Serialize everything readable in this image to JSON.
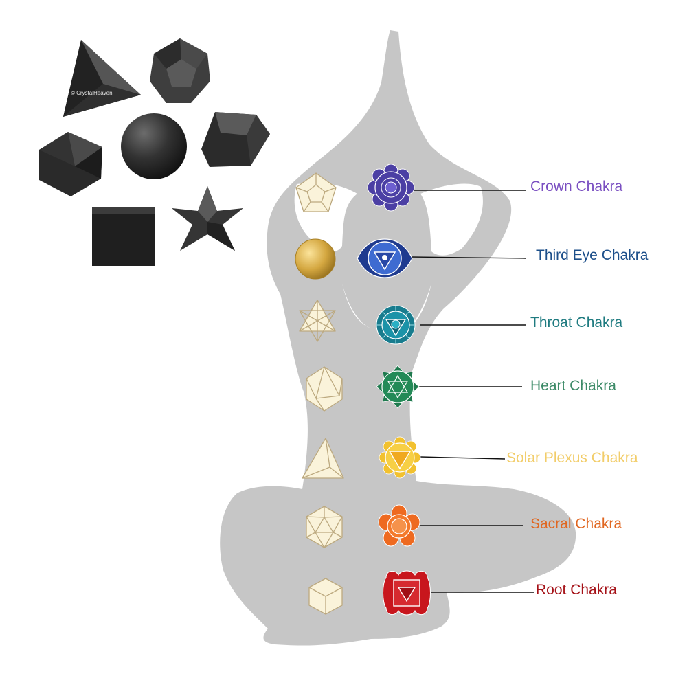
{
  "watermark": "© CrystalHeaven",
  "colors": {
    "silhouette": "#c6c6c6",
    "solid_fill": "#faf3da",
    "solid_stroke": "#bca97f",
    "stone": "#2b2b2b"
  },
  "stones": [
    {
      "icon": "tetrahedron-stone-icon"
    },
    {
      "icon": "dodecahedron-stone-icon"
    },
    {
      "icon": "octahedron-stone-icon"
    },
    {
      "icon": "sphere-stone-icon"
    },
    {
      "icon": "vogel-stone-icon"
    },
    {
      "icon": "cube-stone-icon"
    },
    {
      "icon": "merkaba-stone-icon"
    }
  ],
  "chakras": [
    {
      "name": "Crown Chakra",
      "color": "#7a4fc1",
      "symbol_color": "#4b3fa4",
      "solid": "dodecahedron-icon"
    },
    {
      "name": "Third Eye Chakra",
      "color": "#1d4f8a",
      "symbol_color": "#2747a6",
      "solid": "sphere-icon"
    },
    {
      "name": "Throat Chakra",
      "color": "#1f7b80",
      "symbol_color": "#187c8e",
      "solid": "merkaba-icon"
    },
    {
      "name": "Heart Chakra",
      "color": "#3c8a67",
      "symbol_color": "#1f7a4e",
      "solid": "octahedron-icon"
    },
    {
      "name": "Solar Plexus Chakra",
      "color": "#f2cd6a",
      "symbol_color": "#f2c12f",
      "solid": "tetrahedron-icon"
    },
    {
      "name": "Sacral Chakra",
      "color": "#e06620",
      "symbol_color": "#ee6a20",
      "solid": "icosahedron-icon"
    },
    {
      "name": "Root Chakra",
      "color": "#a51218",
      "symbol_color": "#c8161d",
      "solid": "cube-icon"
    }
  ]
}
